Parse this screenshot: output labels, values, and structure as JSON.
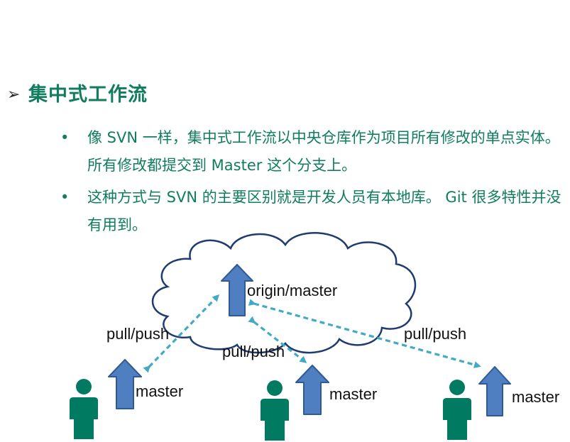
{
  "heading": {
    "marker": "➢",
    "title": "集中式工作流"
  },
  "bullets": [
    {
      "dot": "•",
      "text": "像 SVN 一样，集中式工作流以中央仓库作为项目所有修改的单点实体。所有修改都提交到 Master 这个分支上。"
    },
    {
      "dot": "•",
      "text": "这种方式与 SVN 的主要区别就是开发人员有本地库。 Git 很多特性并没有用到。"
    }
  ],
  "diagram": {
    "origin_label": "origin/master",
    "developers": [
      {
        "branch_label": "master",
        "link_label": "pull/push"
      },
      {
        "branch_label": "master",
        "link_label": "pull/push"
      },
      {
        "branch_label": "master",
        "link_label": "pull/push"
      }
    ],
    "colors": {
      "text": "#0f7d5e",
      "cloud_stroke": "#1f3b70",
      "arrow_fill": "#4f7fc1",
      "arrow_stroke": "#2f5a93",
      "person_fill": "#007a60",
      "link_stroke": "#42a9c6"
    }
  }
}
